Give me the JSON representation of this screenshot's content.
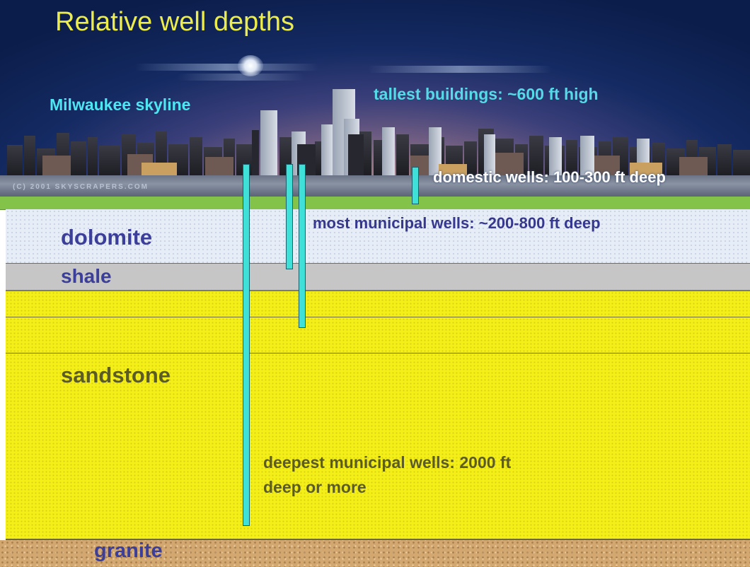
{
  "title": "Relative well depths",
  "sky": {
    "skyline_label_part1": "Milwaukee",
    "skyline_label_part2": "skyline",
    "buildings_label": "tallest buildings: ~600 ft high",
    "copyright": "(C) 2001 SKYSCRAPERS.COM"
  },
  "wells": {
    "domestic_label": "domestic wells: 100-300 ft deep",
    "municipal_label": "most municipal wells: ~200-800 ft deep",
    "deepest_label_line1": "deepest municipal wells: 2000 ft",
    "deepest_label_line2": "deep or more"
  },
  "layers": {
    "dolomite": "dolomite",
    "shale": "shale",
    "sandstone": "sandstone",
    "granite": "granite"
  },
  "colors": {
    "title": "#ecec4a",
    "well": "#3ee0d8",
    "sandstone": "#f5ef18",
    "dolomite": "#e6edf6",
    "shale": "#c6c6c6",
    "granite": "#d3a870",
    "surface": "#84c34a"
  }
}
